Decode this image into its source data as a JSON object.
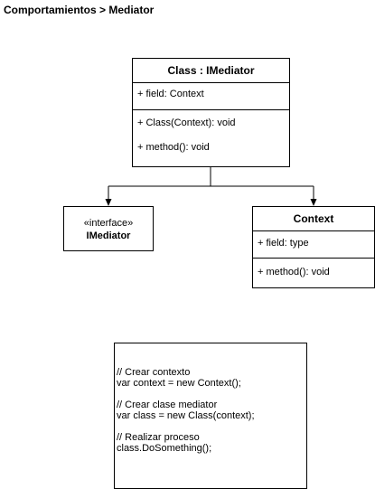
{
  "page_title": "Comportamientos > Mediator",
  "class_mediator": {
    "title": "Class : IMediator",
    "fields": [
      "+ field: Context"
    ],
    "methods": [
      "+ Class(Context): void",
      "+ method(): void"
    ]
  },
  "interface_box": {
    "stereotype": "«interface»",
    "name": "IMediator"
  },
  "context_class": {
    "title": "Context",
    "fields": [
      "+ field: type"
    ],
    "methods": [
      "+ method(): void"
    ]
  },
  "code_note": {
    "lines": [
      "// Crear contexto",
      "var context = new Context();",
      "",
      "// Crear clase mediator",
      "var class = new Class(context);",
      "",
      "// Realizar proceso",
      "class.DoSomething();"
    ]
  }
}
